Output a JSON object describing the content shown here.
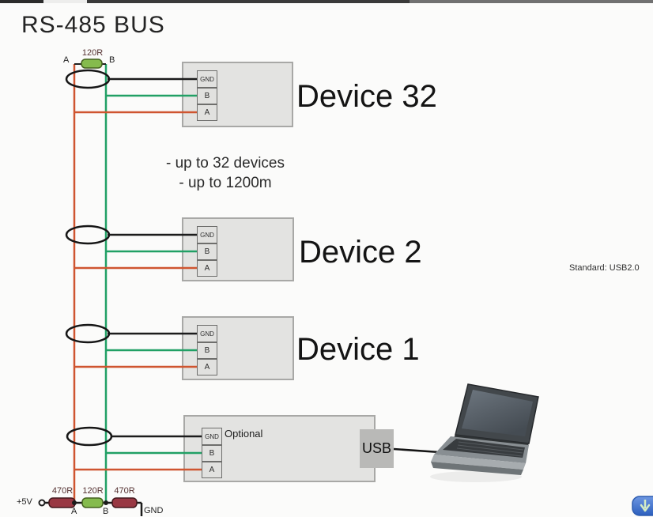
{
  "title": "RS-485 BUS",
  "note": {
    "line1": "- up to 32 devices",
    "line2": "- up to 1200m"
  },
  "standard_note": "Standard: USB2.0",
  "top_termination": {
    "resistor": "120R",
    "label_a": "A",
    "label_b": "B"
  },
  "devices": [
    {
      "name": "Device 32",
      "terminals": [
        "GND",
        "B",
        "A"
      ]
    },
    {
      "name": "Device 2",
      "terminals": [
        "GND",
        "B",
        "A"
      ]
    },
    {
      "name": "Device 1",
      "terminals": [
        "GND",
        "B",
        "A"
      ]
    }
  ],
  "optional_node": {
    "label": "Optional",
    "terminals": [
      "GND",
      "B",
      "A"
    ],
    "usb_label": "USB"
  },
  "bottom_termination": {
    "supply": "+5V",
    "resistor1": "470R",
    "resistor2": "120R",
    "resistor3": "470R",
    "label_a": "A",
    "label_b": "B",
    "gnd": "GND"
  },
  "icons": {
    "download_arrow": "arrow-down"
  },
  "colors": {
    "wire_gnd": "#1c1c1c",
    "wire_b_green": "#21a065",
    "wire_a_orange": "#cf5530",
    "resistor_120r": "#85bb4d",
    "resistor_470r": "#993843",
    "device_fill": "#e3e3e1",
    "usb_fill": "#b9b9b7",
    "button_blue": "#3f73d0"
  }
}
